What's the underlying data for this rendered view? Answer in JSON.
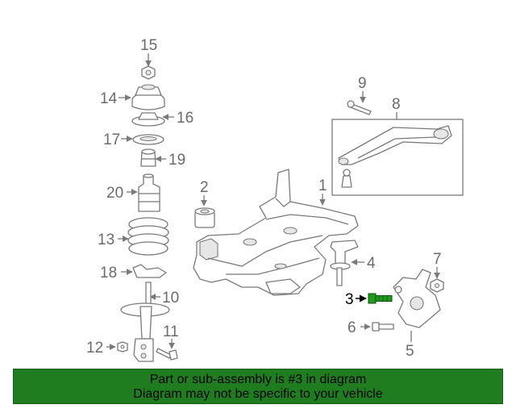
{
  "diagram": {
    "highlight_color": "#1f9a1f",
    "part_numbers": {
      "p1": "1",
      "p2": "2",
      "p3": "3",
      "p4": "4",
      "p5": "5",
      "p6": "6",
      "p7": "7",
      "p8": "8",
      "p9": "9",
      "p10": "10",
      "p11": "11",
      "p12": "12",
      "p13": "13",
      "p14": "14",
      "p15": "15",
      "p16": "16",
      "p17": "17",
      "p18": "18",
      "p19": "19",
      "p20": "20"
    },
    "highlighted_part": "3"
  },
  "footer": {
    "background": "#1f7d1f",
    "line1": "Part or sub-assembly is #3 in diagram",
    "line2": "Diagram may not be specific to your vehicle"
  }
}
